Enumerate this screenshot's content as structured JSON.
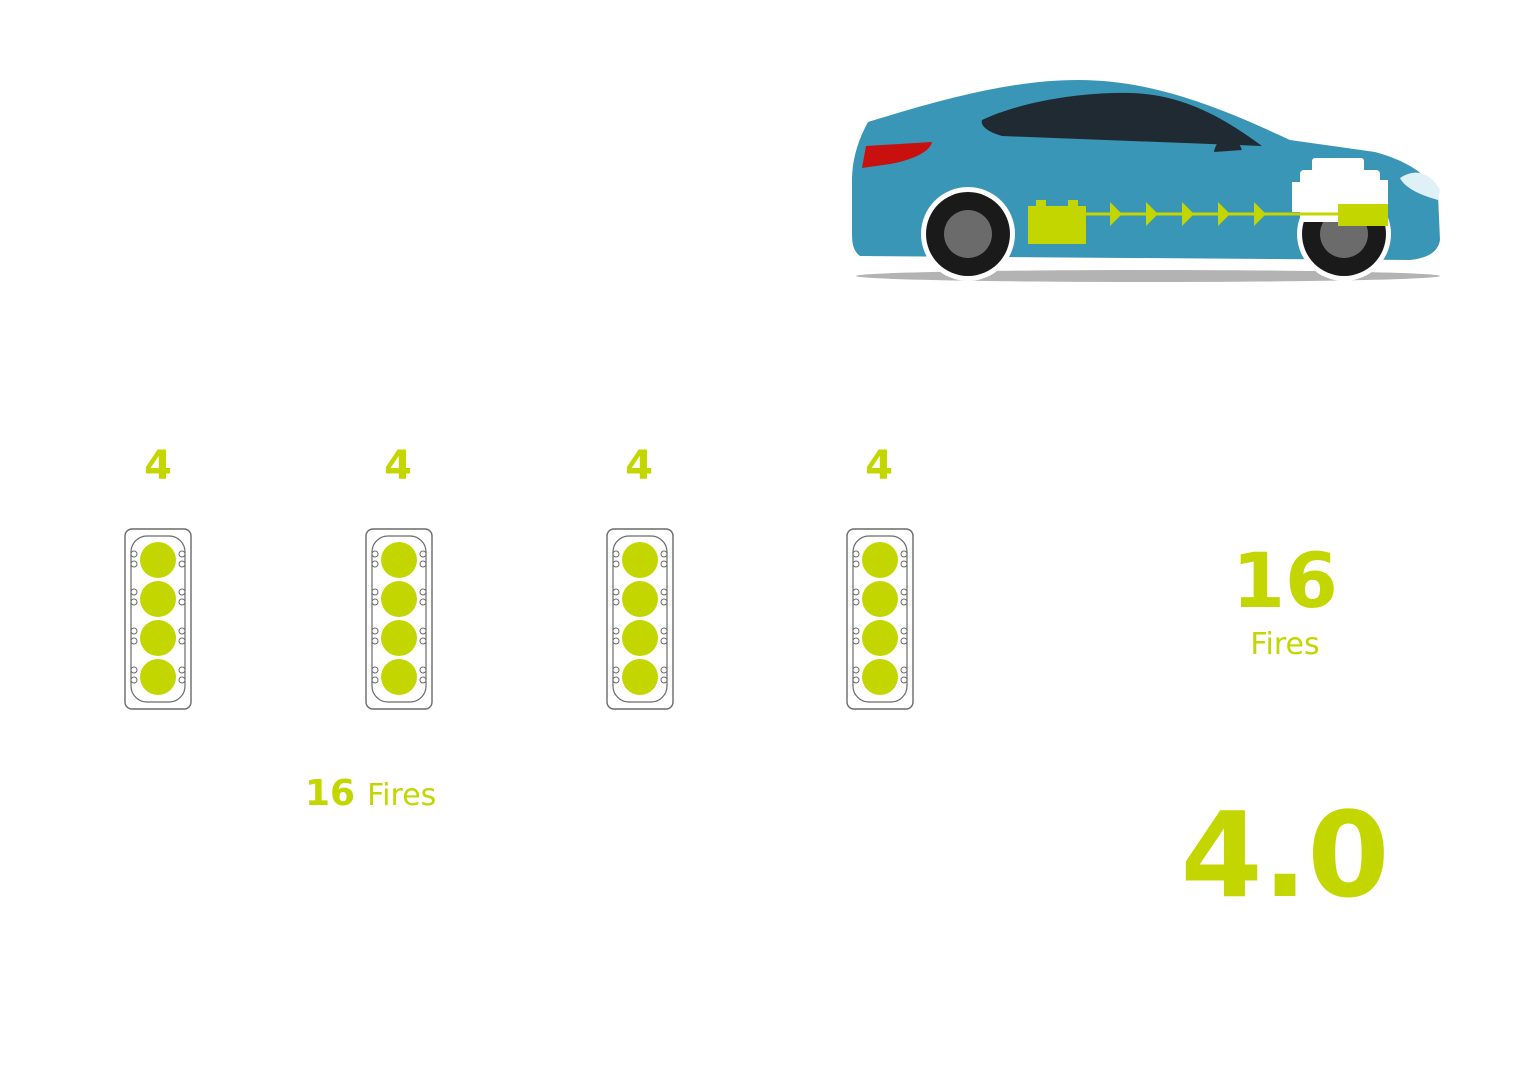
{
  "colors": {
    "accent": "#c4d600",
    "car_body": "#3a96b6",
    "window": "#1f2a33",
    "tail_light": "#c8100f",
    "headlight": "#dff0f6",
    "wheel": "#1a1a1a",
    "hub": "#6b6b6b",
    "shadow": "#b3b3b3",
    "outline": "#6a6a6a"
  },
  "car": {
    "icons": [
      "car-icon",
      "battery-icon",
      "engine-icon"
    ]
  },
  "engines": [
    {
      "cylinders": "4"
    },
    {
      "cylinders": "4"
    },
    {
      "cylinders": "4"
    },
    {
      "cylinders": "4"
    }
  ],
  "total_inline": {
    "number": "16",
    "unit": "Fires"
  },
  "total_big": {
    "number": "16",
    "unit": "Fires"
  },
  "displacement": "4.0"
}
